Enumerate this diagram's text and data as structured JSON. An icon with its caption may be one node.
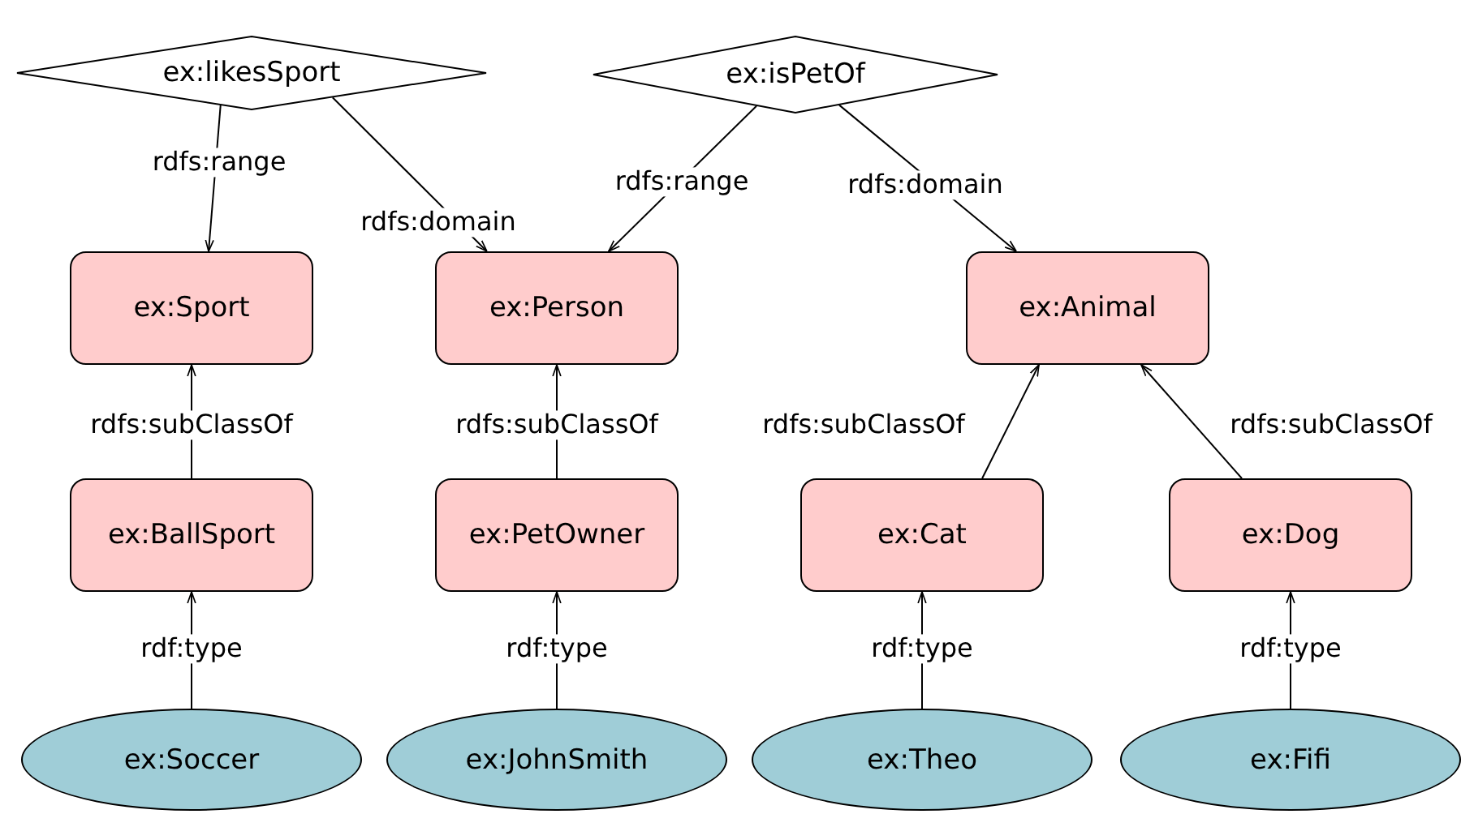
{
  "diagram": {
    "nodes": [
      {
        "text": [
          "ex:likesSport"
        ]
      },
      {
        "text": [
          "ex:isPetOf"
        ]
      },
      {
        "text": [
          "ex:Sport"
        ]
      },
      {
        "text": [
          "ex:Person"
        ]
      },
      {
        "text": [
          "ex:Animal"
        ]
      },
      {
        "text": [
          "ex:BallSport"
        ]
      },
      {
        "text": [
          "ex:PetOwner"
        ]
      },
      {
        "text": [
          "ex:Cat"
        ]
      },
      {
        "text": [
          "ex:Dog"
        ]
      },
      {
        "text": [
          "ex:Soccer"
        ]
      },
      {
        "text": [
          "ex:JohnSmith"
        ]
      },
      {
        "text": [
          "ex:Theo"
        ]
      },
      {
        "text": [
          "ex:Fifi"
        ]
      }
    ],
    "edges": [
      {
        "from": 0,
        "to": 2,
        "arrow": "to",
        "label": "rdfs:range"
      },
      {
        "from": 0,
        "to": 3,
        "arrow": "to",
        "label": "rdfs:domain"
      },
      {
        "from": 1,
        "to": 3,
        "arrow": "to",
        "label": "rdfs:range"
      },
      {
        "from": 1,
        "to": 4,
        "arrow": "to",
        "label": "rdfs:domain"
      },
      {
        "from": 5,
        "to": 2,
        "arrow": "to",
        "label": "rdfs:subClassOf"
      },
      {
        "from": 6,
        "to": 3,
        "arrow": "to",
        "label": "rdfs:subClassOf"
      },
      {
        "from": 7,
        "to": 4,
        "arrow": "to",
        "label": "rdfs:subClassOf"
      },
      {
        "from": 8,
        "to": 4,
        "arrow": "to",
        "label": "rdfs:subClassOf"
      },
      {
        "from": 9,
        "to": 5,
        "arrow": "to",
        "label": "rdf:type"
      },
      {
        "from": 10,
        "to": 6,
        "arrow": "to",
        "label": "rdf:type"
      },
      {
        "from": 11,
        "to": 7,
        "arrow": "to",
        "label": "rdf:type"
      },
      {
        "from": 12,
        "to": 8,
        "arrow": "to",
        "label": "rdf:type"
      }
    ]
  }
}
